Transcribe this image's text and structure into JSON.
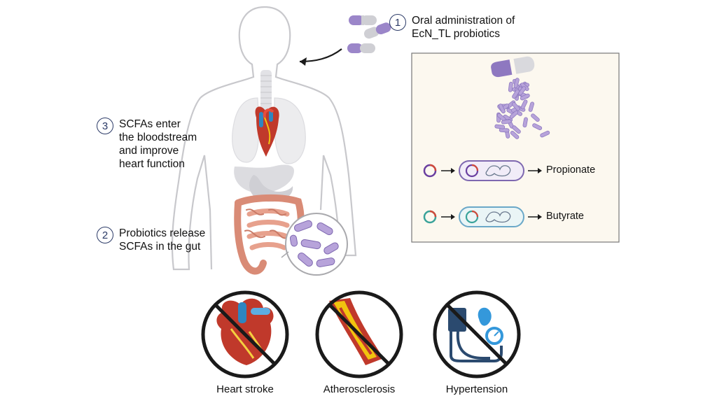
{
  "steps": [
    {
      "number": "1",
      "text": "Oral administration of\nEcN_TL probiotics"
    },
    {
      "number": "2",
      "text": "Probiotics release\nSCFAs in the gut"
    },
    {
      "number": "3",
      "text": "SCFAs enter\nthe bloodstream\nand improve\nheart function"
    }
  ],
  "products": [
    "Propionate",
    "Butyrate"
  ],
  "diseases": [
    "Heart stroke",
    "Atherosclerosis",
    "Hypertension"
  ],
  "colors": {
    "capsule_purple": "#9b86c9",
    "capsule_grey": "#cfcfd4",
    "bacteria": "#b7a3da",
    "panel_bg": "#fcf8ef",
    "ban_ring": "#1a1a1a",
    "plasmid_purple": "#6a3fa0",
    "plasmid_teal": "#3aa39a"
  }
}
